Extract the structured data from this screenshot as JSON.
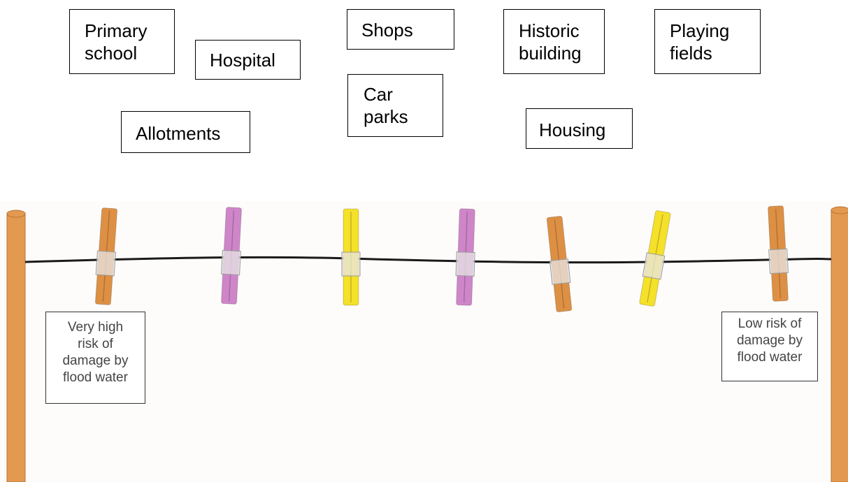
{
  "cards": {
    "primary_school": "Primary\nschool",
    "hospital": "Hospital",
    "shops": "Shops",
    "car_parks": "Car\nparks",
    "historic_building": "Historic\nbuilding",
    "playing_fields": "Playing\nfields",
    "allotments": "Allotments",
    "housing": "Housing"
  },
  "washing_line": {
    "high_end_label": "Very high\nrisk of\ndamage by\nflood water",
    "low_end_label": "Low risk of\ndamage by\nflood water",
    "pegs": [
      {
        "color": "orange"
      },
      {
        "color": "pink"
      },
      {
        "color": "yellow"
      },
      {
        "color": "pink"
      },
      {
        "color": "orange"
      },
      {
        "color": "yellow"
      },
      {
        "color": "orange"
      }
    ]
  },
  "colors": {
    "pole": "#e39a50",
    "orange_peg": "#dd9044",
    "pink_peg": "#cf86c9",
    "yellow_peg": "#f5e02a",
    "line": "#1a1a1a"
  }
}
